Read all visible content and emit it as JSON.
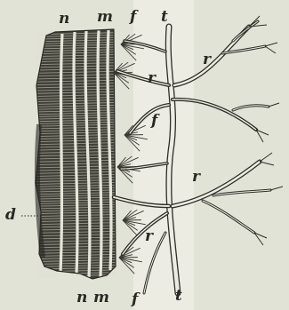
{
  "colors": {
    "paper": "#e2e3d7",
    "strip": "#ecece3",
    "ink": "#2a2a24",
    "fibre": "#45453d",
    "fibre_dark": "#33332c"
  },
  "labels": {
    "top_n": "n",
    "top_m": "m",
    "top_f": "f",
    "top_t": "t",
    "bottom_n": "n",
    "bottom_m": "m",
    "bottom_f": "f",
    "bottom_t": "t",
    "r_upper_right": "r",
    "r_upper": "r",
    "f_middle": "f",
    "r_middle": "r",
    "r_lower": "r",
    "d_left": "d"
  }
}
